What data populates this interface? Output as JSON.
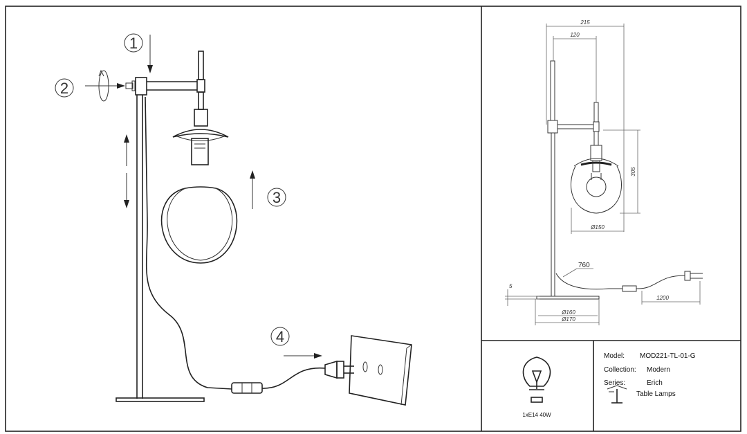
{
  "steps": [
    "1",
    "2",
    "3",
    "4"
  ],
  "dimensions": {
    "width_total": "215",
    "width_shade": "120",
    "shade_height": "305",
    "shade_diameter": "Ø150",
    "cable_label": "760",
    "base_height": "5",
    "base_diameter_inner": "Ø160",
    "base_diameter_outer": "Ø170",
    "cord_length": "1200"
  },
  "bulb": {
    "spec": "1xE14 40W"
  },
  "info": {
    "model_label": "Model:",
    "model_value": "MOD221-TL-01-G",
    "collection_label": "Collection:",
    "collection_value": "Modern",
    "series_label": "Series:",
    "series_value": "Erich",
    "type_value": "Table Lamps"
  },
  "icons": [
    "lightbulb-icon",
    "table-lamp-icon",
    "plug-icon",
    "rotate-arrow-icon"
  ]
}
